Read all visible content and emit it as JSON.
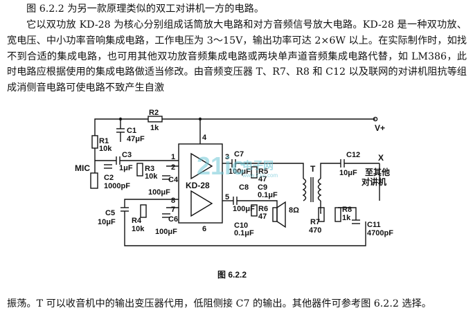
{
  "text": {
    "intro": "图 6.2.2 为另一款原理类似的双工对讲机一方的电路。",
    "body": "它以双功放 KD-28 为核心分别组成话筒放大电路和对方音频信号放大电路。KD-28 是一种双功放、宽电压、中小功率音响集成电路，工作电压为 3～15V，输出功率可达 2×6W 以上。在实际制作时，如找不到合适的集成电路，也可用其他双功放音频集成电路或两块单声道音频集成电路代替，如 LM386，此时电路应根据使用的集成电路做适当修改。由音频变压器 T、R7、R8 和 C12 以及联网的对讲机阻抗等组成消侧音电路可使电路不致产生自激",
    "continuation": "振荡。T 可以收音机中的输出变压器代用，低阻侧接 C7 的输出。其他器件可参考图 6.2.2 选择。"
  },
  "figure": {
    "caption": "图 6.2.2",
    "ic_label": "KD-28",
    "pins": [
      "1",
      "2",
      "3",
      "4",
      "5",
      "6",
      "7",
      "8"
    ],
    "supply": "V+",
    "mic": "MIC",
    "transformer": "T",
    "output_x": "X",
    "output_note_1": "至其他",
    "output_note_2": "对讲机",
    "components": {
      "R1": "R1",
      "R1v": "10k",
      "C1": "C1",
      "C1v": "47μF",
      "R2": "R2",
      "R2v": "1k",
      "C3": "C3",
      "C3v": "1μF",
      "C2": "C2",
      "C2v": "1000pF",
      "R3": "R3",
      "R3v": "10k",
      "C4": "C4",
      "C4v": "100μF",
      "C7": "C7",
      "C7v": "100μF",
      "R5": "R5",
      "R5v": "47",
      "C8": "C8",
      "C9": "C9",
      "C9v": "0.1μF",
      "C5": "C5",
      "C5v": "10μF",
      "R4": "R4",
      "R4v": "10k",
      "C6": "C6",
      "C6v": "100μF",
      "C10": "C10",
      "C10v": "0.1μF",
      "R6": "R6",
      "R6v": "47",
      "C7b_v": "100μF",
      "speaker_v": "8Ω",
      "R7": "R7",
      "R7v": "470",
      "R8": "R8",
      "R8v": "1k",
      "C11": "C11",
      "C11v": "4700pF",
      "C12": "C12",
      "C12v": "10μF"
    },
    "watermark": {
      "main": "21ic",
      "sub": "电子网",
      "url": "www.21ic.com"
    }
  }
}
